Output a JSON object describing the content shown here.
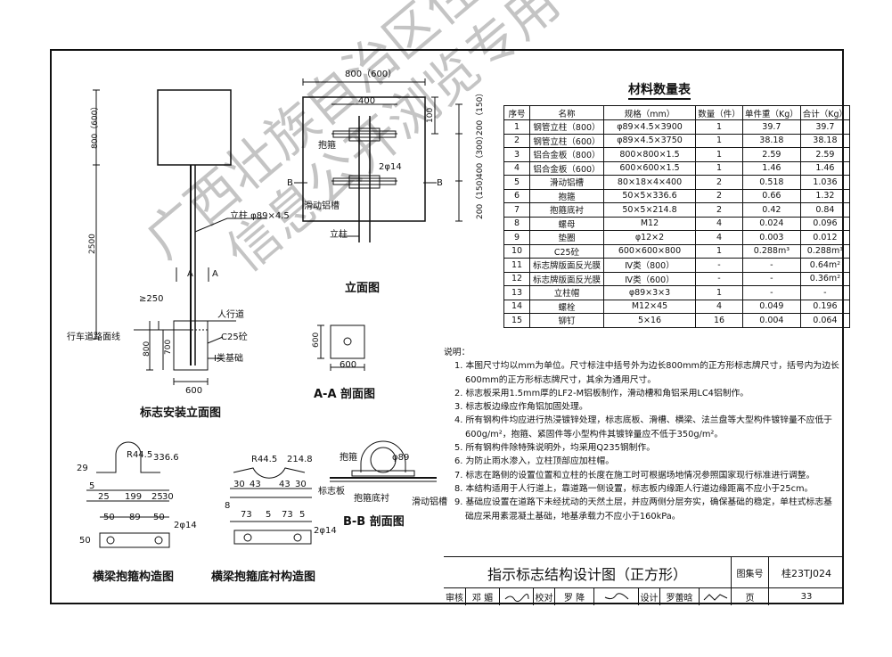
{
  "elevation_view": {
    "title": "标志安装立面图",
    "dim_top_height": "800（600）",
    "dim_post_height": "2500",
    "dim_foundation_height": "800",
    "dim_buried": "700",
    "dim_offset": "≥250",
    "dim_base_width": "600",
    "label_post": "立柱 φ89×4.5",
    "label_sidewalk": "人行道",
    "label_concrete": "C25砼",
    "label_base": "Ⅰ类基础",
    "label_lane_edge": "行车道路面线",
    "section_mark": "A"
  },
  "front_view": {
    "title": "立面图",
    "dim_width": "800（600）",
    "dim_inner": "400",
    "dim_right_1": "100",
    "dim_right_2": "200（150）",
    "dim_right_3": "400（300）",
    "dim_right_4": "200（150）",
    "label_hoop": "抱箍",
    "label_bolt": "2φ14",
    "label_rail": "滑动铝槽",
    "label_post": "立柱",
    "section_mark": "B"
  },
  "section_aa": {
    "title": "A-A 剖面图",
    "dim_h": "600",
    "dim_w": "600"
  },
  "section_bb": {
    "title": "B-B 剖面图",
    "label_hoop": "抱箍",
    "label_pipe": "φ89",
    "label_plate": "标志板",
    "label_lining": "抱箍底衬",
    "label_rail": "滑动铝槽"
  },
  "hoop_detail": {
    "title": "横梁抱箍构造图",
    "dims": [
      "R44.5",
      "336.6",
      "29",
      "5",
      "25",
      "199",
      "25",
      "30",
      "50",
      "89",
      "50",
      "50",
      "2φ14"
    ]
  },
  "lining_detail": {
    "title": "横梁抱箍底衬构造图",
    "dims": [
      "R44.5",
      "214.8",
      "30",
      "43",
      "43",
      "30",
      "8",
      "73",
      "5",
      "73",
      "5",
      "2φ14"
    ]
  },
  "materials": {
    "title": "材料数量表",
    "headers": [
      "序号",
      "名称",
      "规格（mm）",
      "数量（件）",
      "单件重（Kg）",
      "合计（Kg）"
    ],
    "rows": [
      [
        "1",
        "钢管立柱（800）",
        "φ89×4.5×3900",
        "1",
        "39.7",
        "39.7"
      ],
      [
        "2",
        "钢管立柱（600）",
        "φ89×4.5×3750",
        "1",
        "38.18",
        "38.18"
      ],
      [
        "3",
        "铝合金板（800）",
        "800×800×1.5",
        "1",
        "2.59",
        "2.59"
      ],
      [
        "4",
        "铝合金板（600）",
        "600×600×1.5",
        "1",
        "1.46",
        "1.46"
      ],
      [
        "5",
        "滑动铝槽",
        "80×18×4×400",
        "2",
        "0.518",
        "1.036"
      ],
      [
        "6",
        "抱箍",
        "50×5×336.6",
        "2",
        "0.66",
        "1.32"
      ],
      [
        "7",
        "抱箍底衬",
        "50×5×214.8",
        "2",
        "0.42",
        "0.84"
      ],
      [
        "8",
        "螺母",
        "M12",
        "4",
        "0.024",
        "0.096"
      ],
      [
        "9",
        "垫圈",
        "φ12×2",
        "4",
        "0.003",
        "0.012"
      ],
      [
        "10",
        "C25砼",
        "600×600×800",
        "1",
        "0.288m³",
        "0.288m³"
      ],
      [
        "11",
        "标志牌版面反光膜",
        "Ⅳ类（800）",
        "-",
        "-",
        "0.64m²"
      ],
      [
        "12",
        "标志牌版面反光膜",
        "Ⅳ类（600）",
        "-",
        "-",
        "0.36m²"
      ],
      [
        "13",
        "立柱帽",
        "φ89×3×3",
        "1",
        "-",
        "-"
      ],
      [
        "14",
        "螺栓",
        "M12×45",
        "4",
        "0.049",
        "0.196"
      ],
      [
        "15",
        "铆钉",
        "5×16",
        "16",
        "0.004",
        "0.064"
      ]
    ]
  },
  "notes": {
    "heading": "说明：",
    "items": [
      "1. 本图尺寸均以mm为单位。尺寸标注中括号外为边长800mm的正方形标志牌尺寸，括号内为边长600mm的正方形标志牌尺寸，其余为通用尺寸。",
      "2. 标志板采用1.5mm厚的LF2-M铝板制作，滑动槽和角铝采用LC4铝制作。",
      "3. 标志板边缘应作角铝加固处理。",
      "4. 所有钢构件均应进行热浸镀锌处理，标志底板、滑槽、横梁、法兰盘等大型构件镀锌量不应低于600g/m²，抱箍、紧固件等小型构件其镀锌量应不低于350g/m²。",
      "5. 所有钢构件除特殊说明外，均采用Q235钢制作。",
      "6. 为防止雨水渗入，立柱顶部应加柱帽。",
      "7. 标志在路侧的设置位置和立柱的长度在施工时可根据场地情况参照国家现行标准进行调整。",
      "8. 本结构适用于人行道上，靠道路一侧设置，标志板内缘距人行道边缘距离不应小于25cm。",
      "9. 基础应设置在道路下未经扰动的天然土层，并应两侧分层夯实，确保基础的稳定，单柱式标志基础应采用素混凝土基础，地基承载力不应小于160kPa。"
    ]
  },
  "title_block": {
    "drawing_title": "指示标志结构设计图（正方形）",
    "atlas_label": "图集号",
    "atlas_no": "桂23TJ024",
    "review_label": "审核",
    "reviewer": "邓 媚",
    "check_label": "校对",
    "checker": "罗 降",
    "design_label": "设计",
    "designer": "罗蕾晗",
    "page_label": "页",
    "page_no": "33"
  },
  "watermark": {
    "line1": "广西壮族自治区住房和城乡建设厅",
    "line2": "信息公开浏览专用"
  }
}
